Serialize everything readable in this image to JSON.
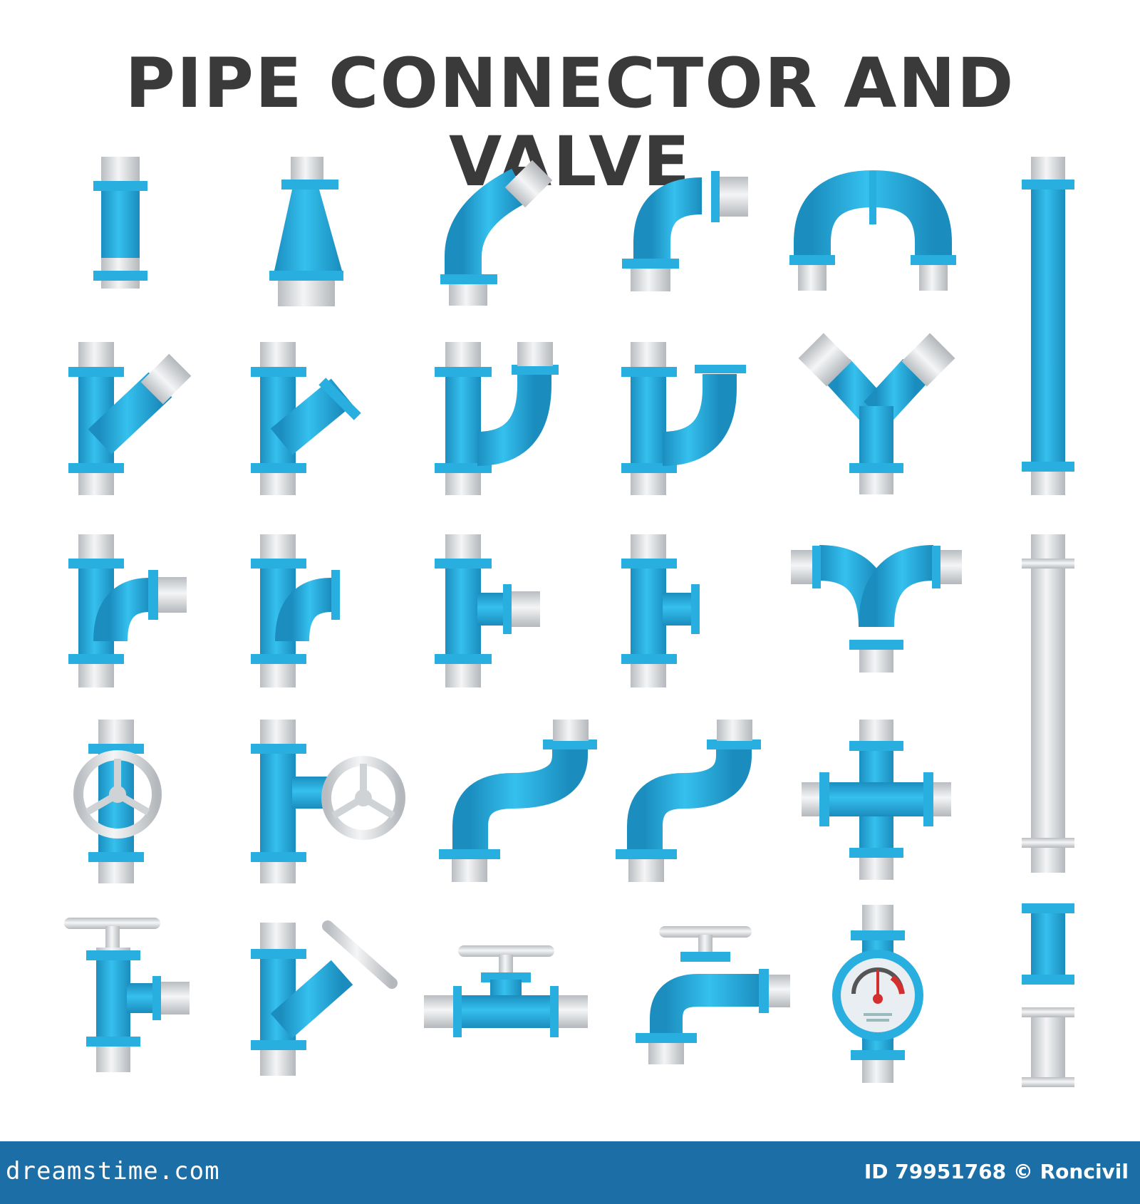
{
  "title": "PIPE CONNECTOR AND VALVE",
  "footer": {
    "site": "dreamstime.com",
    "id_label": "ID",
    "id_number": "79951768",
    "copyright_symbol": "©",
    "author": "Roncivil"
  },
  "colors": {
    "pipe_blue": "#29aee0",
    "pipe_blue_dark": "#1b8ebf",
    "collar_gray": "#dcdfe2",
    "title_gray": "#3a3a3a",
    "footer_blue": "#1b6fa6",
    "gauge_needle": "#d32f2f"
  },
  "icons": [
    "straight-coupling-icon",
    "reducer-icon",
    "45-degree-elbow-icon",
    "90-degree-elbow-icon",
    "u-bend-icon",
    "long-straight-pipe-icon",
    "wye-flanged-icon",
    "wye-bolted-icon",
    "wye-double-bend-icon",
    "sanitary-tee-bolted-icon",
    "y-connector-icon",
    "tee-sweep-icon",
    "tee-sweep-bolted-icon",
    "tee-icon",
    "tee-bolted-icon",
    "double-sweep-icon",
    "long-gray-pipe-icon",
    "inline-gate-valve-icon",
    "tee-with-valve-icon",
    "offset-bend-icon",
    "offset-bend-2-icon",
    "cross-icon",
    "angle-valve-icon",
    "wye-valve-icon",
    "gate-valve-icon",
    "faucet-icon",
    "pressure-gauge-icon",
    "short-pipes-icon"
  ]
}
